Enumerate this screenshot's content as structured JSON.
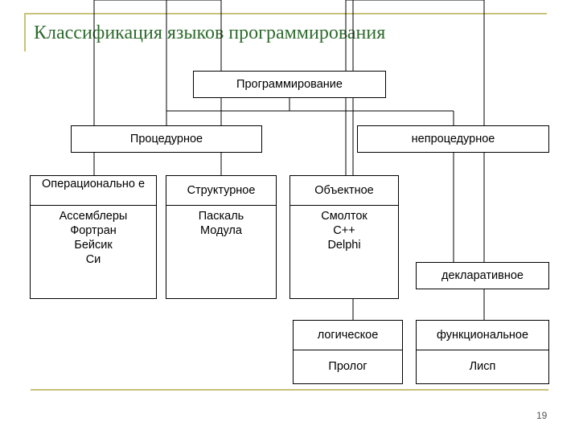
{
  "title": "Классификация языков программирования",
  "root": "Программирование",
  "categories": {
    "procedural": "Процедурное",
    "nonprocedural": "непроцедурное",
    "declarative": "декларативное"
  },
  "cards": {
    "operational": {
      "title": "Операционально е",
      "items": [
        "Ассемблеры",
        "Фортран",
        "Бейсик",
        "Си"
      ]
    },
    "structural": {
      "title": "Структурное",
      "items": [
        "Паскаль",
        "Модула"
      ]
    },
    "object": {
      "title": "Объектное",
      "items": [
        "Смолток",
        "C++",
        "Delphi"
      ]
    },
    "logical": {
      "title": "логическое",
      "items": [
        "Пролог"
      ]
    },
    "functional": {
      "title": "функциональное",
      "items": [
        "Лисп"
      ]
    }
  },
  "page_number": "19",
  "colors": {
    "title": "#2f6b2f",
    "rules": "#c8c27a",
    "lines": "#000000"
  }
}
